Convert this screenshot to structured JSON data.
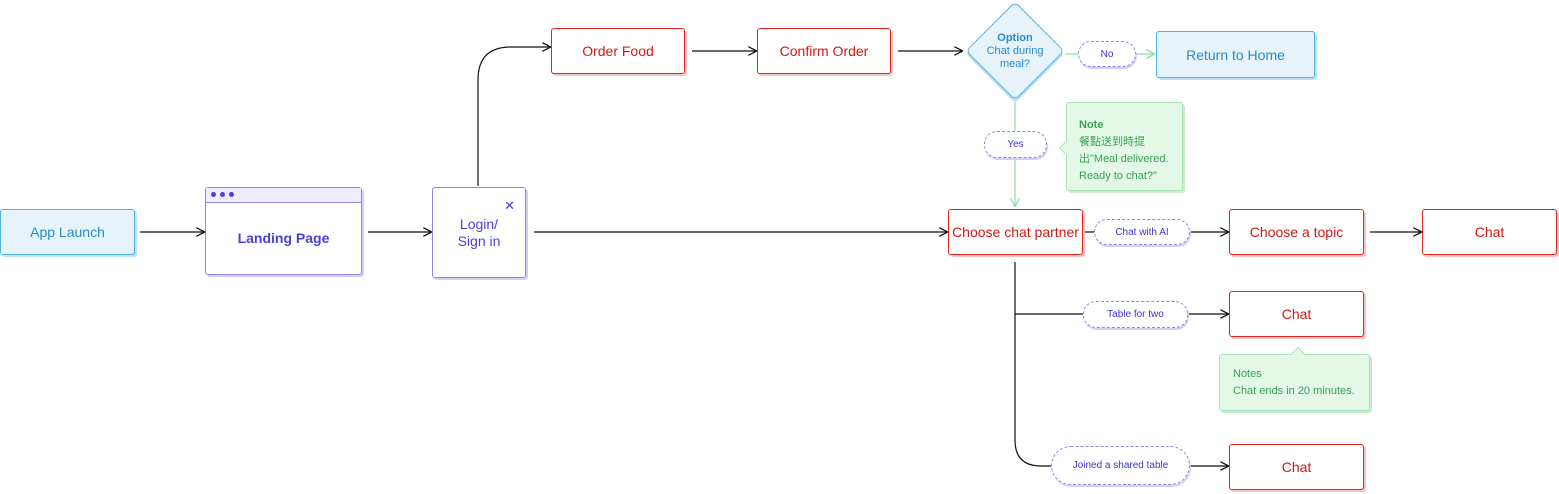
{
  "nodes": {
    "app_launch": "App Launch",
    "landing_page": "Landing Page",
    "login": "Login/\nSign in",
    "order_food": "Order Food",
    "confirm_order": "Confirm Order",
    "decision_title": "Option",
    "decision_text": "Chat during meal?",
    "return_home": "Return to Home",
    "choose_partner": "Choose chat partner",
    "choose_topic": "Choose a topic",
    "chat_ai": "Chat",
    "chat_two": "Chat",
    "chat_shared": "Chat"
  },
  "edge_labels": {
    "no": "No",
    "yes": "Yes",
    "chat_with_ai": "Chat with AI",
    "table_for_two": "Table for two",
    "joined_shared": "Joined a shared table"
  },
  "notes": {
    "note1_title": "Note",
    "note1_text": "餐點送到時提出\"Meal delivered. Ready to chat?\"",
    "note2_title": "Notes",
    "note2_text": "Chat ends in 20 minutes."
  },
  "icons": {
    "close": "close-icon"
  },
  "colors": {
    "action": "#e0261e",
    "system": "#4fb2e3",
    "screen": "#8e86e6",
    "note": "#a7e4b3"
  }
}
